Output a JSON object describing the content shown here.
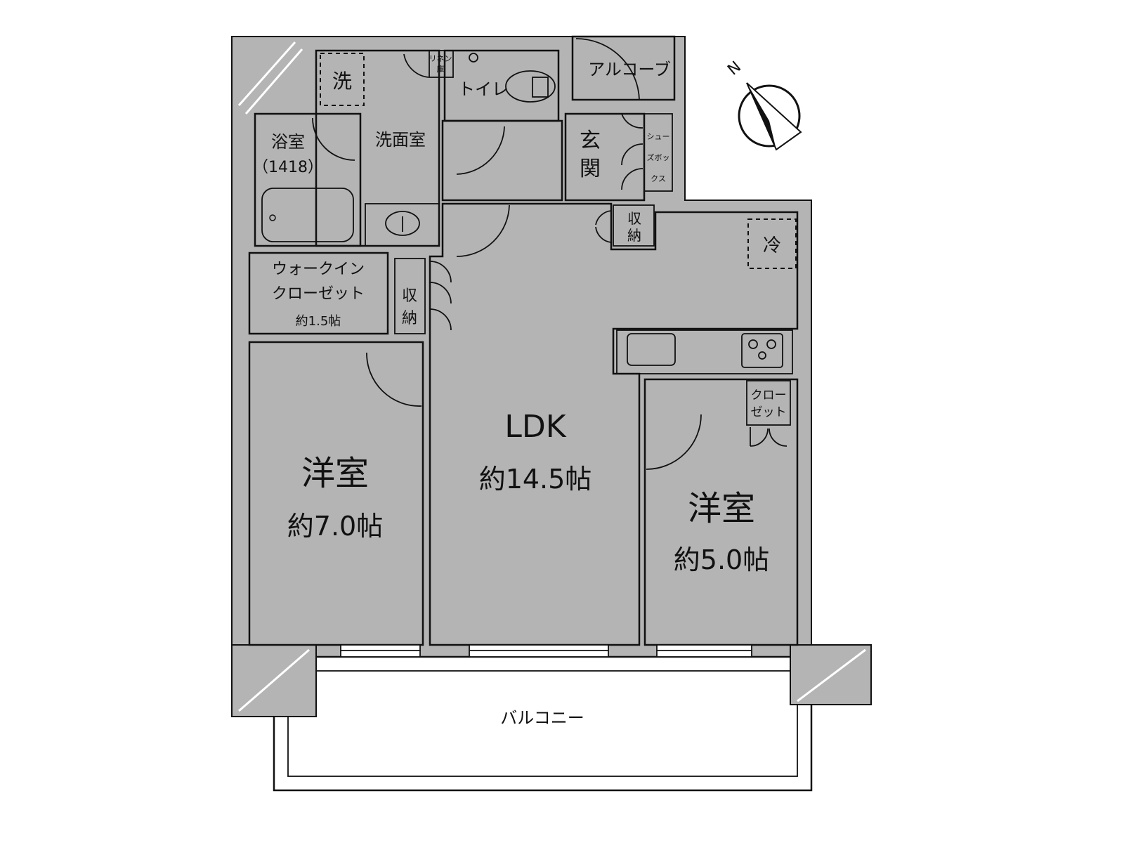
{
  "colors": {
    "wall": "#b4b4b4",
    "wet_area": "#e1f1fb",
    "ldk": "#fdebd6",
    "western_room": "#fef9e8",
    "storage": "#d9cdb3",
    "line": "#111111"
  },
  "compass": {
    "north_label": "N",
    "icon": "north-arrow-icon"
  },
  "rooms": {
    "laundry": "洗",
    "linen": [
      "リネン",
      "庫"
    ],
    "toilet": "トイレ",
    "alcove": "アルコーブ",
    "bath": {
      "name": "浴室",
      "size": "（1418）"
    },
    "washroom": "洗面室",
    "entrance": [
      "玄",
      "関"
    ],
    "shoe_box": [
      "シュー",
      "ズボッ",
      "クス"
    ],
    "storage_entrance": [
      "収",
      "納"
    ],
    "fridge": "冷",
    "walk_in_closet": {
      "line1": "ウォークイン",
      "line2": "クローゼット",
      "size": "約1.5帖"
    },
    "storage_hall": [
      "収",
      "納"
    ],
    "ldk": {
      "name": "LDK",
      "size": "約14.5帖"
    },
    "western_room_1": {
      "name": "洋室",
      "size": "約7.0帖"
    },
    "western_room_2": {
      "name": "洋室",
      "size": "約5.0帖"
    },
    "closet": [
      "クロー",
      "ゼット"
    ],
    "balcony": "バルコニー"
  }
}
